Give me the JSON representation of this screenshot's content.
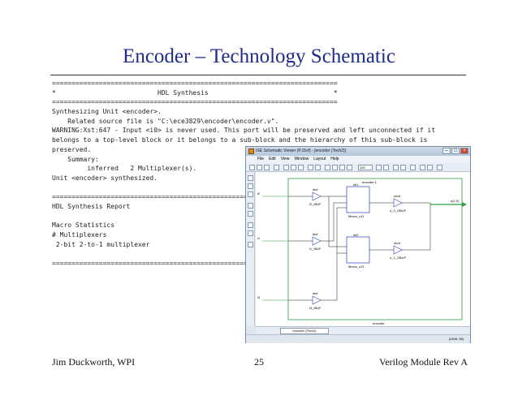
{
  "slide": {
    "title": "Encoder – Technology Schematic",
    "footer_left": "Jim Duckworth, WPI",
    "footer_page": "25",
    "footer_right": "Verilog Module Rev A"
  },
  "log": {
    "lines": [
      "=========================================================================",
      "*                          HDL Synthesis                                *",
      "=========================================================================",
      "Synthesizing Unit <encoder>.",
      "    Related source file is \"C:\\ece3829\\encoder\\encoder.v\".",
      "WARNING:Xst:647 - Input <i0> is never used. This port will be preserved and left unconnected if it",
      "belongs to a top-level block or it belongs to a sub-block and the hierarchy of this sub-block is",
      "preserved.",
      "    Summary:",
      "         inferred   2 Multiplexer(s).",
      "Unit <encoder> synthesized.",
      "",
      "=========================================================================",
      "HDL Synthesis Report",
      "",
      "Macro Statistics",
      "# Multiplexers                                        : 2",
      " 2-bit 2-to-1 multiplexer                             : 2",
      "",
      "========================================================================="
    ]
  },
  "window": {
    "title": "ISE Schematic Viewer (P.15xf) - [encoder (Tech2)]",
    "menu": [
      "File",
      "Edit",
      "View",
      "Window",
      "Layout",
      "Help"
    ],
    "zoom": "100",
    "tab_label": "encoder (Tech2)",
    "status_coords": "(2408, 36)",
    "schematic": {
      "top_label": "encoder:1",
      "bottom_label": "encoder",
      "lut1": "lut1",
      "lut2": "lut2",
      "mux1": "Mmux_o11",
      "mux2": "Mmux_o21",
      "ibuf1_label": "ibuf",
      "ibuf1_name": "i2_IBUF",
      "ibuf2_label": "ibuf",
      "ibuf2_name": "i1_IBUF",
      "ibuf3_label": "ibuf",
      "ibuf3_name": "i3_IBUF",
      "obuf1_label": "obuf",
      "obuf1_name": "o_0_OBUF",
      "obuf2_label": "obuf",
      "obuf2_name": "o_1_OBUF",
      "pin_i2": "i2",
      "pin_i1": "i1",
      "pin_i3": "i3",
      "pin_o": "o(1:0)"
    }
  }
}
